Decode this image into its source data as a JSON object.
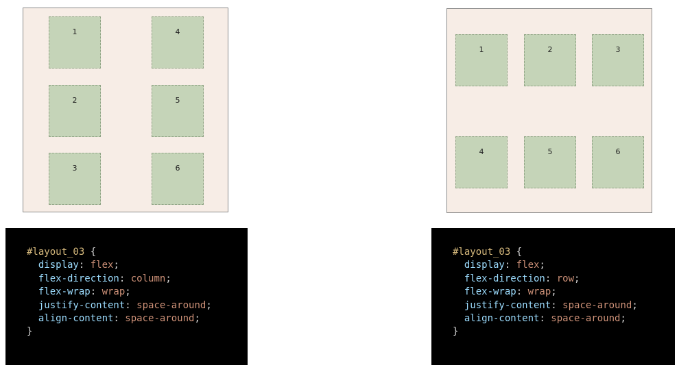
{
  "left": {
    "boxes": [
      "1",
      "4",
      "2",
      "5",
      "3",
      "6"
    ],
    "code": {
      "selector": "#layout_03",
      "open": "{",
      "close": "}",
      "rules": [
        {
          "prop": "display",
          "value": "flex"
        },
        {
          "prop": "flex-direction",
          "value": "column"
        },
        {
          "prop": "flex-wrap",
          "value": "wrap"
        },
        {
          "prop": "justify-content",
          "value": "space-around"
        },
        {
          "prop": "align-content",
          "value": "space-around"
        }
      ]
    }
  },
  "right": {
    "boxes": [
      "1",
      "2",
      "3",
      "4",
      "5",
      "6"
    ],
    "code": {
      "selector": "#layout_03",
      "open": "{",
      "close": "}",
      "rules": [
        {
          "prop": "display",
          "value": "flex"
        },
        {
          "prop": "flex-direction",
          "value": "row"
        },
        {
          "prop": "flex-wrap",
          "value": "wrap"
        },
        {
          "prop": "justify-content",
          "value": "space-around"
        },
        {
          "prop": "align-content",
          "value": "space-around"
        }
      ]
    }
  },
  "colors": {
    "container_bg": "#f7ede6",
    "box_bg": "#c5d4b8",
    "code_bg": "#000000",
    "code_selector": "#d7ba7d",
    "code_property": "#9cdcfe",
    "code_value": "#ce9178"
  }
}
